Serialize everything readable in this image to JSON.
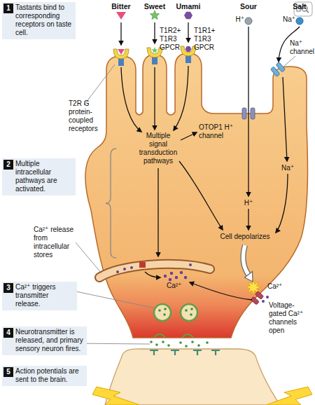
{
  "diagram": {
    "nodes": [
      {
        "text": [
          "1",
          "Tastants bind to corresponding receptors on taste cell."
        ]
      },
      {
        "text": [
          "2",
          "Multiple intracellular pathways are activated."
        ]
      },
      {
        "text": [
          "3",
          "Ca²⁺ triggers transmitter release."
        ]
      },
      {
        "text": [
          "4",
          "Neurotransmitter is released, and primary sensory neuron fires."
        ]
      },
      {
        "text": [
          "5",
          "Action potentials are sent to the brain."
        ]
      }
    ],
    "labels": [
      "Bitter",
      "Sweet",
      "Umami",
      "Sour",
      "Salt",
      "H⁺",
      "Na⁺",
      "T1R2+ T1R3 GPCR",
      "T1R1+ T1R3 GPCR",
      "Na⁺ channel",
      "T2R G protein-coupled receptors",
      "Multiple signal transduction pathways",
      "OTOP1 H⁺ channel",
      "Na⁺",
      "H⁺",
      "Cell depolarizes",
      "Ca²⁺ release from intracellular stores",
      "Ca²⁺",
      "Ca²⁺",
      "Voltage-gated Ca²⁺ channels open"
    ]
  }
}
